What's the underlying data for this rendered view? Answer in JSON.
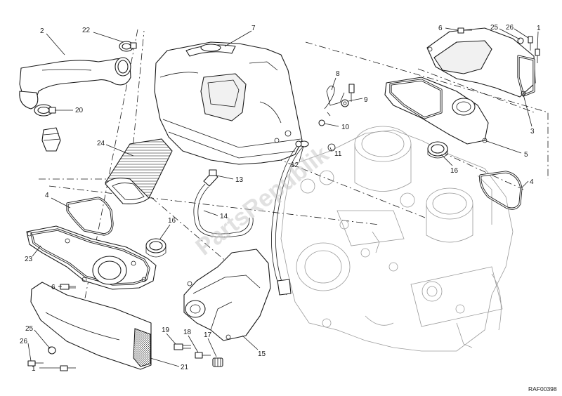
{
  "diagram": {
    "drawing_code": "RAF00398",
    "watermark": "PartsRepublik",
    "callouts": [
      {
        "id": "c-2",
        "label": "2"
      },
      {
        "id": "c-22",
        "label": "22"
      },
      {
        "id": "c-20",
        "label": "20"
      },
      {
        "id": "c-7",
        "label": "7"
      },
      {
        "id": "c-24",
        "label": "24"
      },
      {
        "id": "c-8",
        "label": "8"
      },
      {
        "id": "c-9",
        "label": "9"
      },
      {
        "id": "c-10",
        "label": "10"
      },
      {
        "id": "c-11",
        "label": "11"
      },
      {
        "id": "c-12",
        "label": "12"
      },
      {
        "id": "c-13",
        "label": "13"
      },
      {
        "id": "c-14",
        "label": "14"
      },
      {
        "id": "c-4a",
        "label": "4"
      },
      {
        "id": "c-16a",
        "label": "16"
      },
      {
        "id": "c-23",
        "label": "23"
      },
      {
        "id": "c-6a",
        "label": "6"
      },
      {
        "id": "c-25a",
        "label": "25"
      },
      {
        "id": "c-26a",
        "label": "26"
      },
      {
        "id": "c-1a",
        "label": "1"
      },
      {
        "id": "c-21",
        "label": "21"
      },
      {
        "id": "c-19",
        "label": "19"
      },
      {
        "id": "c-18",
        "label": "18"
      },
      {
        "id": "c-17",
        "label": "17"
      },
      {
        "id": "c-15",
        "label": "15"
      },
      {
        "id": "c-6b",
        "label": "6"
      },
      {
        "id": "c-25b",
        "label": "25"
      },
      {
        "id": "c-26b",
        "label": "26"
      },
      {
        "id": "c-1b",
        "label": "1"
      },
      {
        "id": "c-3",
        "label": "3"
      },
      {
        "id": "c-5",
        "label": "5"
      },
      {
        "id": "c-16b",
        "label": "16"
      },
      {
        "id": "c-4b",
        "label": "4"
      }
    ]
  }
}
